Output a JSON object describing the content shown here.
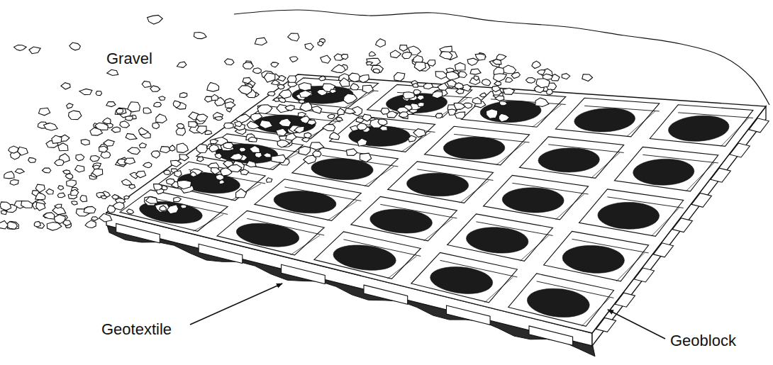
{
  "diagram": {
    "labels": [
      "Gravel",
      "Geotextile",
      "Geoblock"
    ]
  }
}
